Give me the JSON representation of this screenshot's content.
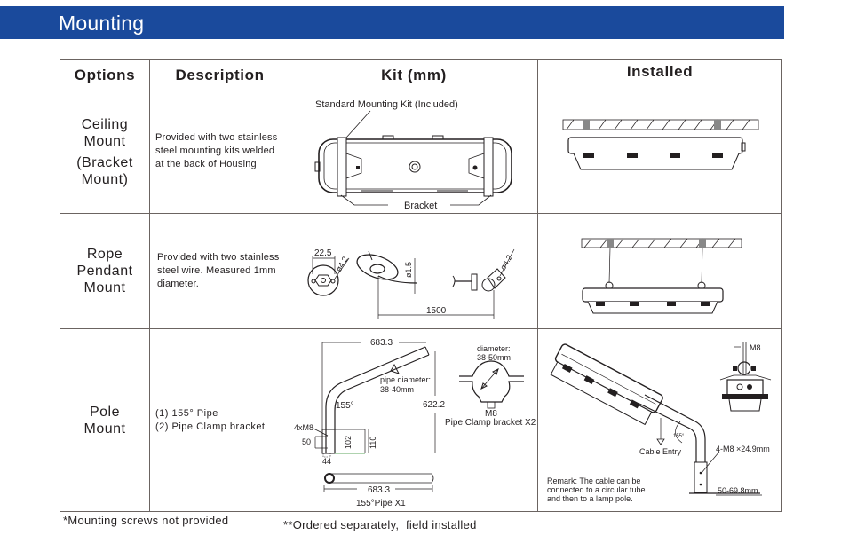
{
  "section_title": "Mounting",
  "table": {
    "headers": {
      "options": "Options",
      "description": "Description",
      "kit": "Kit (mm)",
      "installed": "Installed"
    },
    "rows": [
      {
        "option_lines": [
          "Ceiling",
          "Mount",
          "(Bracket",
          "Mount)"
        ],
        "description_lines": [
          "Provided with two stainless",
          "steel mounting kits welded",
          "at the back of Housing"
        ],
        "kit": {
          "label_top": "Standard Mounting Kit (Included)",
          "label_bottom": "Bracket",
          "icon": "ceiling-bracket-drawing"
        },
        "installed": {
          "icon": "ceiling-mounted-fixture-drawing"
        }
      },
      {
        "option_lines": [
          "Rope",
          "Pendant",
          "Mount"
        ],
        "description_lines": [
          "Provided with two stainless",
          "steel wire. Measured 1mm",
          "diameter."
        ],
        "kit": {
          "dim_plate_width": "22.5",
          "dim_hole_left": "ø4.2",
          "dim_wire": "ø1.5",
          "dim_hole_right": "ø4.2",
          "dim_length": "1500",
          "icon": "rope-pendant-kit-drawing"
        },
        "installed": {
          "icon": "rope-pendant-fixture-drawing"
        }
      },
      {
        "option_lines": [
          "Pole",
          "Mount"
        ],
        "description_lines": [
          "(1)  155° Pipe",
          "(2)  Pipe Clamp bracket"
        ],
        "kit": {
          "dim_top_length": "683.3",
          "pipe_diameter_label": "pipe diameter:",
          "pipe_diameter_value": "38-40mm",
          "angle": "155°",
          "dim_height": "622.2",
          "screws": "4xM8",
          "dim_50": "50",
          "dim_102": "102",
          "dim_110": "110",
          "dim_44": "44",
          "dim_pipe_length": "683.3",
          "pipe_caption": "155°Pipe X1",
          "clamp_diameter_label": "diameter:",
          "clamp_diameter_value": "38-50mm",
          "clamp_bolt": "M8",
          "clamp_caption": "Pipe Clamp bracket X2"
        },
        "installed": {
          "bolt_label": "M8",
          "angle": "155°",
          "cable_entry": "Cable Entry",
          "screws": "4-M8 ×24.9mm",
          "pole_diameter": "50-69.8mm",
          "remark_lines": [
            "Remark: The cable can be",
            "connected to a circular tube",
            "and then to a lamp pole."
          ]
        }
      }
    ]
  },
  "footnotes": {
    "screws": "*Mounting screws not provided",
    "ordered_a": "**Ordered separately,",
    "ordered_b": "field installed"
  },
  "colors": {
    "banner": "#1a4a9c",
    "banner_text": "#ffffff",
    "border": "#6b6461",
    "text": "#231f20"
  }
}
